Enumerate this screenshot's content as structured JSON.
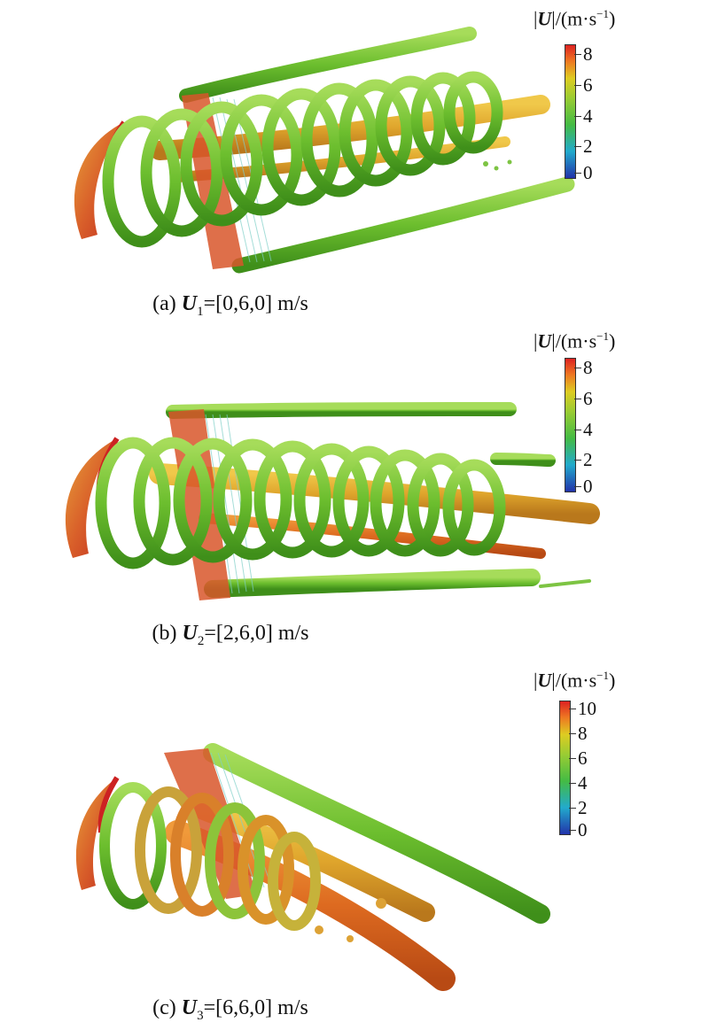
{
  "colorbar_title": {
    "open": "|",
    "symbol": "U",
    "mid": "|/(m·s",
    "exp": "−1",
    "close": ")"
  },
  "colormap": [
    "#2233aa",
    "#22aacc",
    "#44bb44",
    "#88cc33",
    "#ddcc22",
    "#ee7722",
    "#dd2222"
  ],
  "panels": [
    {
      "ticks": [
        "8",
        "6",
        "4",
        "2",
        "0"
      ],
      "caption": {
        "prefix": "(a) ",
        "symbol": "U",
        "subscript": "1",
        "value": "=[0,6,0] m/s"
      }
    },
    {
      "ticks": [
        "8",
        "6",
        "4",
        "2",
        "0"
      ],
      "caption": {
        "prefix": "(b) ",
        "symbol": "U",
        "subscript": "2",
        "value": "=[2,6,0] m/s"
      }
    },
    {
      "ticks": [
        "10",
        "8",
        "6",
        "4",
        "2",
        "0"
      ],
      "caption": {
        "prefix": "(c) ",
        "symbol": "U",
        "subscript": "3",
        "value": "=[6,6,0] m/s"
      }
    }
  ]
}
